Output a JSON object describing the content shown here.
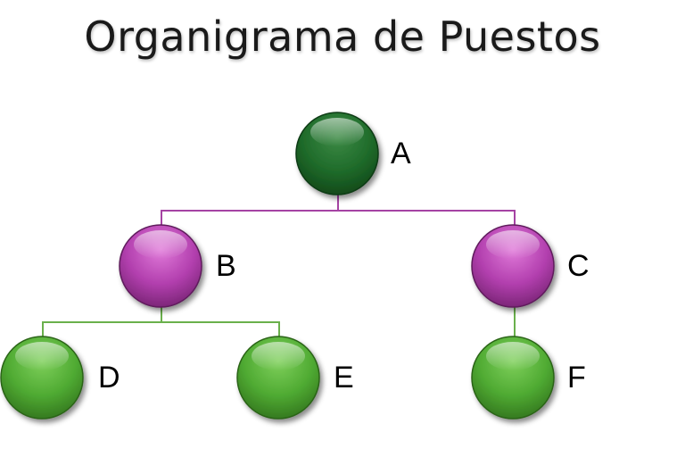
{
  "title": "Organigrama de Puestos",
  "colors": {
    "top": "#1f6b2a",
    "middle": "#b23fae",
    "leaf": "#4faa32",
    "line_top": "#a543a3",
    "line_leaf": "#6ab04c"
  },
  "nodes": [
    {
      "id": "A",
      "label": "A",
      "level": "top"
    },
    {
      "id": "B",
      "label": "B",
      "level": "middle",
      "parent": "A"
    },
    {
      "id": "C",
      "label": "C",
      "level": "middle",
      "parent": "A"
    },
    {
      "id": "D",
      "label": "D",
      "level": "leaf",
      "parent": "B"
    },
    {
      "id": "E",
      "label": "E",
      "level": "leaf",
      "parent": "B"
    },
    {
      "id": "F",
      "label": "F",
      "level": "leaf",
      "parent": "C"
    }
  ]
}
